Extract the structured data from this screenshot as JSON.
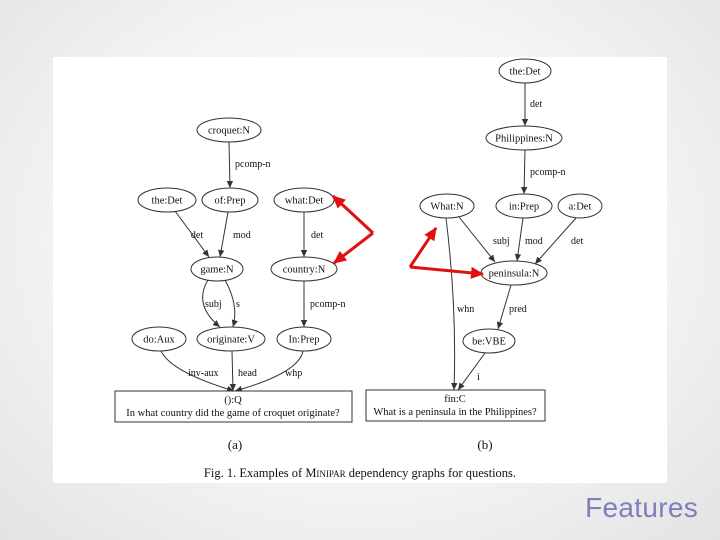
{
  "slide": {
    "title": "Features",
    "colors": {
      "title": "#7d7fb8",
      "annotation_arrows": "#e01010"
    }
  },
  "figure": {
    "caption_prefix": "Fig. 1. Examples of ",
    "caption_smallcaps": "Minipar",
    "caption_suffix": " dependency graphs for questions.",
    "graphs": [
      {
        "id": "a",
        "label": "(a)",
        "nodes": [
          "croquet:N",
          "the:Det",
          "of:Prep",
          "what:Det",
          "game:N",
          "country:N",
          "do:Aux",
          "originate:V",
          "In:Prep"
        ],
        "root": {
          "label": "():Q",
          "sentence": "In what country did the game of croquet originate?"
        },
        "edges": [
          {
            "from": "croquet:N",
            "to": "of:Prep",
            "label": "pcomp-n"
          },
          {
            "from": "the:Det",
            "to": "game:N",
            "label": "det"
          },
          {
            "from": "of:Prep",
            "to": "game:N",
            "label": "mod"
          },
          {
            "from": "what:Det",
            "to": "country:N",
            "label": "det"
          },
          {
            "from": "game:N",
            "to": "originate:V",
            "label": "subj"
          },
          {
            "from": "game:N",
            "to": "originate:V",
            "label": "s"
          },
          {
            "from": "country:N",
            "to": "In:Prep",
            "label": "pcomp-n"
          },
          {
            "from": "do:Aux",
            "to": "():Q",
            "label": "inv-aux"
          },
          {
            "from": "originate:V",
            "to": "():Q",
            "label": "head"
          },
          {
            "from": "In:Prep",
            "to": "():Q",
            "label": "whp"
          }
        ]
      },
      {
        "id": "b",
        "label": "(b)",
        "nodes": [
          "the:Det",
          "Philippines:N",
          "What:N",
          "in:Prep",
          "a:Det",
          "peninsula:N",
          "be:VBE"
        ],
        "root": {
          "label": "fin:C",
          "sentence": "What is a peninsula in the Philippines?"
        },
        "edges": [
          {
            "from": "the:Det",
            "to": "Philippines:N",
            "label": "det"
          },
          {
            "from": "Philippines:N",
            "to": "in:Prep",
            "label": "pcomp-n"
          },
          {
            "from": "What:N",
            "to": "peninsula:N",
            "label": "subj"
          },
          {
            "from": "in:Prep",
            "to": "peninsula:N",
            "label": "mod"
          },
          {
            "from": "a:Det",
            "to": "peninsula:N",
            "label": "det"
          },
          {
            "from": "What:N",
            "to": "fin:C",
            "label": "whn"
          },
          {
            "from": "peninsula:N",
            "to": "be:VBE",
            "label": "pred"
          },
          {
            "from": "be:VBE",
            "to": "fin:C",
            "label": "i"
          }
        ]
      }
    ]
  }
}
